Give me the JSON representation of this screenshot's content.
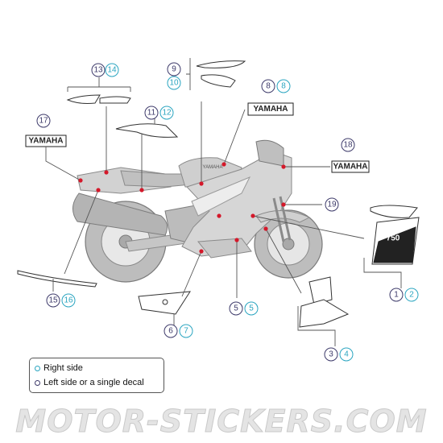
{
  "colors": {
    "left_side_circle": "#3d3a6a",
    "right_side_circle": "#2aa5c0",
    "callout_dot": "#d4182a",
    "bike_fill": "#d9d9d9",
    "bike_stroke": "#8a8a8a"
  },
  "callouts": [
    {
      "left": "1",
      "right": "2"
    },
    {
      "left": "3",
      "right": "4"
    },
    {
      "left": "5",
      "right": "5"
    },
    {
      "left": "6",
      "right": "7"
    },
    {
      "left": "8",
      "right": "8"
    },
    {
      "left": "9",
      "right": "10"
    },
    {
      "left": "11",
      "right": "12"
    },
    {
      "left": "13",
      "right": "14"
    },
    {
      "left": "15",
      "right": "16"
    },
    {
      "left": "17",
      "right": ""
    },
    {
      "left": "18",
      "right": ""
    },
    {
      "left": "19",
      "right": ""
    }
  ],
  "decal_texts": {
    "brand": "YAMAHA",
    "model": "750"
  },
  "legend": {
    "right_side": "Right side",
    "left_side": "Left side or a single decal"
  },
  "watermark": "MOTOR-STICKERS.COM"
}
